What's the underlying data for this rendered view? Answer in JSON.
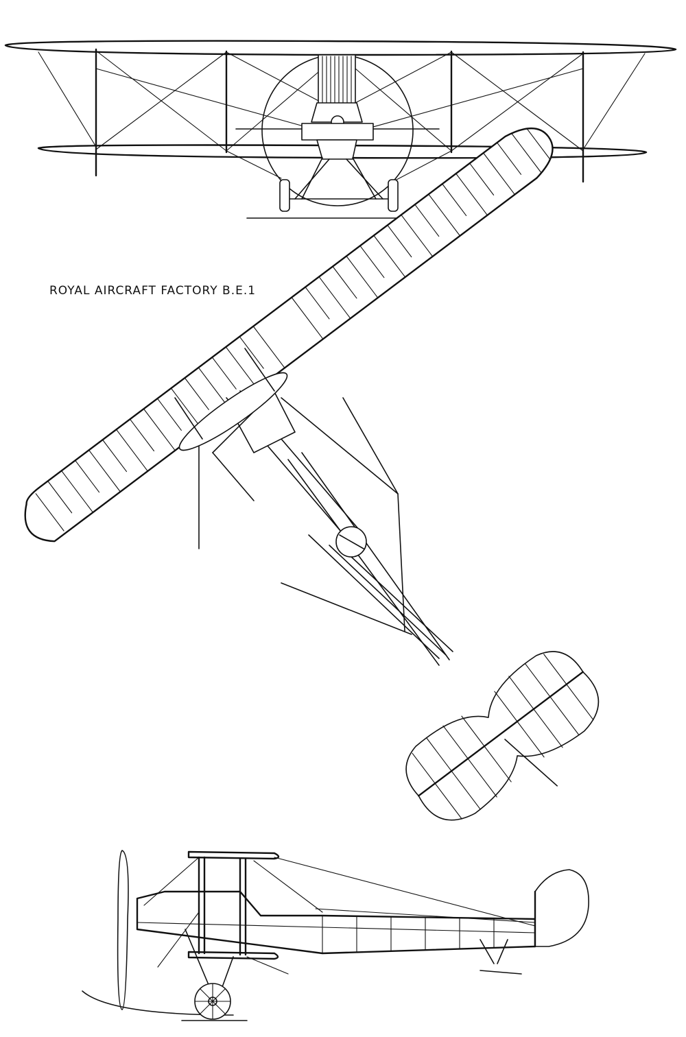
{
  "drawing": {
    "title": "ROYAL AIRCRAFT FACTORY B.E.1",
    "views": [
      {
        "name": "front-view"
      },
      {
        "name": "plan-view"
      },
      {
        "name": "side-view"
      }
    ]
  }
}
